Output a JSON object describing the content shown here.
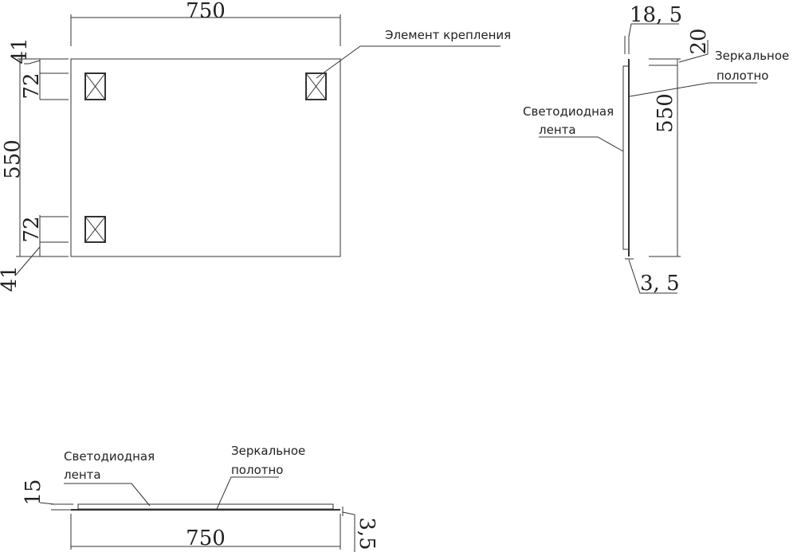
{
  "front_view": {
    "width_dim": "750",
    "height_dim": "550",
    "top_offset_dim": "41",
    "bottom_offset_dim": "41",
    "top_mount_dim": "72",
    "bottom_mount_dim": "72",
    "mount_label": "Элемент крепления"
  },
  "side_view": {
    "depth_dim": "18, 5",
    "top_gap_dim": "20",
    "height_dim": "550",
    "mirror_thickness_dim": "3, 5",
    "mirror_label_line1": "Зеркальное",
    "mirror_label_line2": "полотно",
    "led_label_line1": "Светодиодная",
    "led_label_line2": "лента"
  },
  "bottom_view": {
    "height_dim": "15",
    "width_dim": "750",
    "mirror_thickness_dim": "3,5",
    "mirror_label_line1": "Зеркальное",
    "mirror_label_line2": "полотно",
    "led_label_line1": "Светодиодная",
    "led_label_line2": "лента"
  }
}
